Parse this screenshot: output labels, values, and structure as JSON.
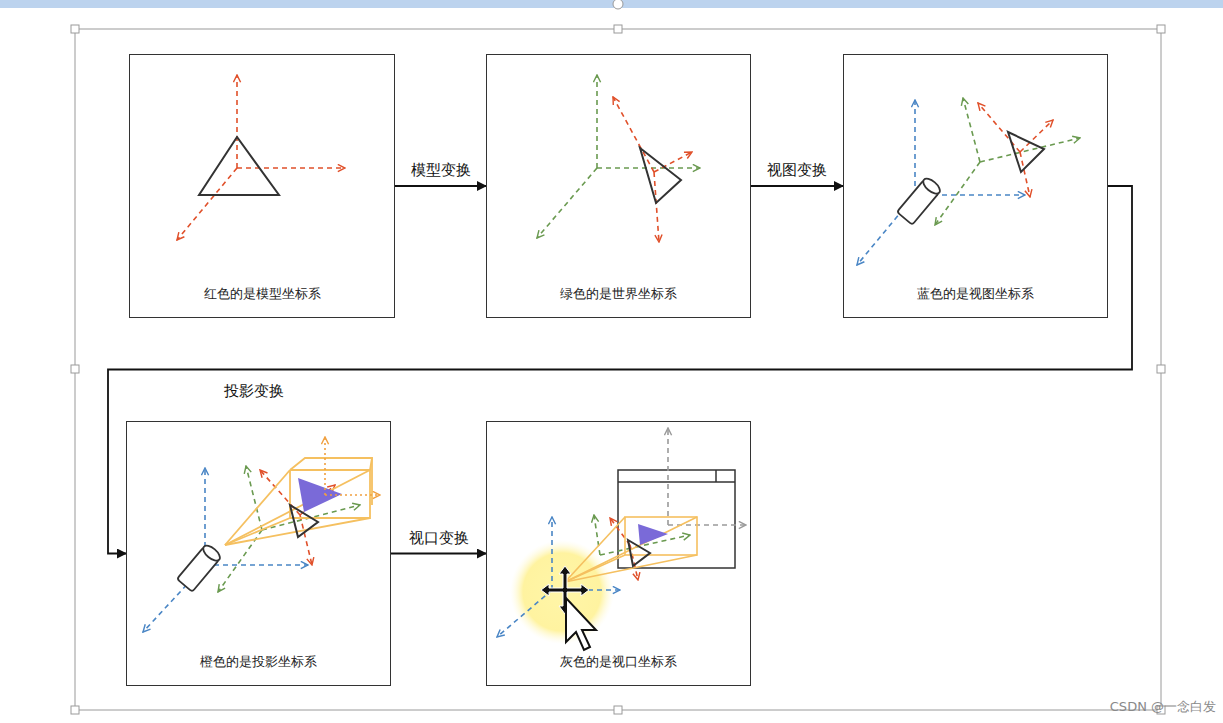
{
  "diagram": {
    "nodes": [
      {
        "text": [
          "红色的是模型坐标系"
        ]
      },
      {
        "text": [
          "绿色的是世界坐标系"
        ]
      },
      {
        "text": [
          "蓝色的是视图坐标系"
        ]
      },
      {
        "text": [
          "橙色的是投影坐标系"
        ]
      },
      {
        "text": [
          "灰色的是视口坐标系"
        ]
      }
    ],
    "edges": [
      {
        "from": 0,
        "to": 1,
        "label": "模型变换",
        "arrow": "to"
      },
      {
        "from": 1,
        "to": 2,
        "label": "视图变换",
        "arrow": "to"
      },
      {
        "from": 2,
        "to": 3,
        "label": "投影变换",
        "arrow": "to"
      },
      {
        "from": 3,
        "to": 4,
        "label": "视口变换",
        "arrow": "to"
      }
    ],
    "labels": [
      "CSDN @一念白发"
    ]
  }
}
